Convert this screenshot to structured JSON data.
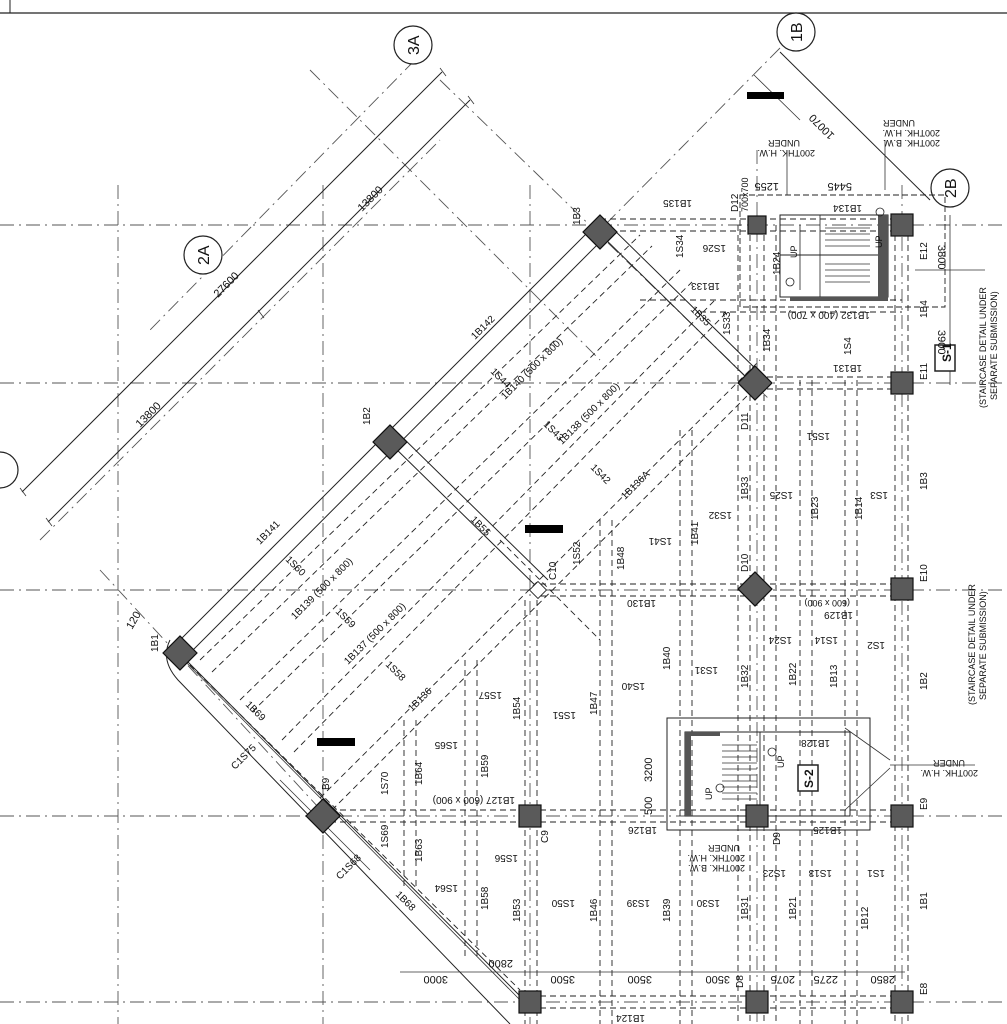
{
  "grid_labels": {
    "g3A": "3A",
    "g1B": "1B",
    "g2A": "2A",
    "g2B": "2B"
  },
  "dims": {
    "d13800a": "13800",
    "d27600": "27600",
    "d13800b": "13800",
    "d10070": "10070",
    "d1255": "1255",
    "d5445": "5445",
    "d3800": "3800",
    "d3900": "3900",
    "d120": "120",
    "d3200": "3200",
    "d500": "500",
    "d2800": "2800",
    "d3000": "3000",
    "d3500a": "3500",
    "d3500b": "3500",
    "d3500c": "3500",
    "d2075": "2075",
    "d2275": "2275",
    "d2850": "2850"
  },
  "notes": {
    "hw_top": [
      "UNDER",
      "200THK. H.W."
    ],
    "bw_top": [
      "UNDER",
      "200THK. H.W.",
      "200THK. B.W."
    ],
    "s1_tag": "S-1",
    "s1_note": [
      "(STAIRCASE DETAIL UNDER",
      "SEPARATE SUBMISSION)"
    ],
    "s2_tag": "S-2",
    "s2_note": [
      "(STAIRCASE DETAIL UNDER",
      "SEPARATE SUBMISSION)"
    ],
    "hw_mid": [
      "UNDER",
      "200THK. H.W."
    ],
    "bw_bottom": [
      "UNDER",
      "200THK. H.W.",
      "200THK. B.W."
    ],
    "up": "UP"
  },
  "columns": {
    "D12": "D12",
    "D12size": "700x700",
    "E12": "E12",
    "E11": "E11",
    "E10": "E10",
    "E9": "E9",
    "E8": "E8",
    "D11": "D11",
    "D10": "D10",
    "D9": "D9",
    "D8": "D8",
    "C10": "C10",
    "C9": "C9",
    "B9": "B9",
    "1B1": "1B1",
    "1B2": "1B2",
    "1B3": "1B3"
  },
  "beams": {
    "b135": "1B135",
    "b134": "1B134",
    "b133": "1B133",
    "b132": "1B132 (400 x 700)",
    "b131": "1B131",
    "b130": "1B130",
    "b129": "1B129",
    "b129s": "(600 x 900)",
    "b128": "1B128",
    "b127": "1B127 (600 x 900)",
    "b126": "1B126",
    "b125": "1B125",
    "b124": "1B124",
    "b142": "1B142",
    "b141": "1B141",
    "b140": "1B140 (500 x 800)",
    "b138": "1B138 (500 x 800)",
    "b139": "1B139 (500 x 800)",
    "b137": "1B137 (500 x 800)",
    "b136": "1B136",
    "b136A": "1B136A",
    "b35": "1B35",
    "b55": "1B55",
    "b69": "1B69",
    "b68": "1B68",
    "b4": "1B4",
    "b3": "1B3",
    "b2": "1B2",
    "b1": "1B1",
    "b24": "1B24",
    "b34": "1B34",
    "b33": "1B33",
    "b32": "1B32",
    "b31": "1B31",
    "b23": "1B23",
    "b22": "1B22",
    "b21": "1B21",
    "b14": "1B14",
    "b13": "1B13",
    "b12": "1B12",
    "b41": "1B41",
    "b40": "1B40",
    "b39": "1B39",
    "b48": "1B48",
    "b47": "1B47",
    "b46": "1B46",
    "b54": "1B54",
    "b53": "1B53",
    "b59": "1B59",
    "b58": "1B58",
    "b64": "1B64",
    "b63": "1B63"
  },
  "slabs": {
    "s34": "1S34",
    "s26": "1S26",
    "s33": "1S33",
    "s4": "1S4",
    "s44": "1S44",
    "s43": "1S43",
    "s42": "1S42",
    "s51": "1S51",
    "s25": "1S25",
    "s3": "1S3",
    "s32": "1S32",
    "s41": "1S41",
    "s52": "1S52",
    "s60": "1S60",
    "s59": "1S59",
    "s58": "1S58",
    "s57": "1S57",
    "s51b": "1S51",
    "s40": "1S40",
    "s31": "1S31",
    "s24": "1S24",
    "s14": "1S14",
    "s2": "1S2",
    "s65": "1S65",
    "s70": "1S70",
    "s69": "1S69",
    "s56": "1S56",
    "s64": "1S64",
    "s50": "1S50",
    "s39": "1S39",
    "s30": "1S30",
    "s23": "1S23",
    "s13": "1S13",
    "s1": "1S1",
    "c75": "C1S75",
    "c68": "C1S68"
  }
}
